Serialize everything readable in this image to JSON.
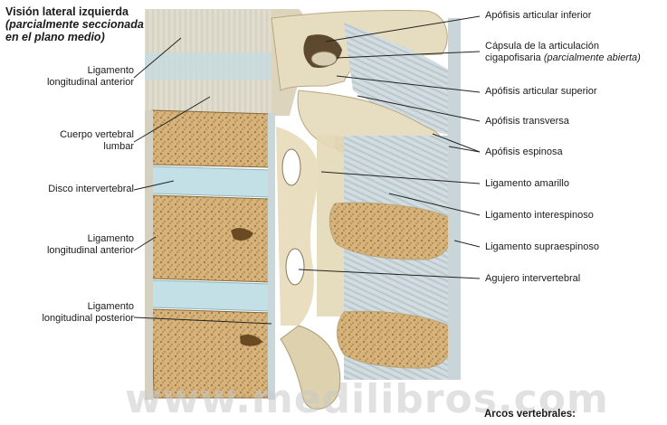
{
  "title": {
    "line1": "Visión lateral izquierda",
    "line2": "(parcialmente seccionada",
    "line3": "en el plano medio)"
  },
  "labels_left": {
    "lig_long_ant_1": "Ligamento",
    "lig_long_ant_1b": "longitudinal anterior",
    "cuerpo_1": "Cuerpo vertebral",
    "cuerpo_2": "lumbar",
    "disco": "Disco intervertebral",
    "lig_long_ant_2": "Ligamento",
    "lig_long_ant_2b": "longitudinal anterior",
    "lig_long_post_1": "Ligamento",
    "lig_long_post_2": "longitudinal posterior"
  },
  "labels_right": {
    "apofisis_art_inf": "Apófisis articular inferior",
    "capsula_1": "Cápsula de la articulación",
    "capsula_2a": "cigapofisaria ",
    "capsula_2b": "(parcialmente abierta)",
    "apofisis_art_sup": "Apófisis articular superior",
    "apofisis_transv": "Apófisis transversa",
    "apofisis_espin": "Apófisis espinosa",
    "lig_amarillo": "Ligamento amarillo",
    "lig_interesp": "Ligamento interespinoso",
    "lig_supraesp": "Ligamento supraespinoso",
    "agujero": "Agujero intervertebral"
  },
  "footer": "Arcos vertebrales:",
  "watermark": "www.medilibros.com",
  "colors": {
    "bone": "#e8dcb8",
    "spongy": "#c9a56a",
    "disc": "#bfdfe4",
    "ligament": "#c8d4d8",
    "line": "#222222"
  }
}
